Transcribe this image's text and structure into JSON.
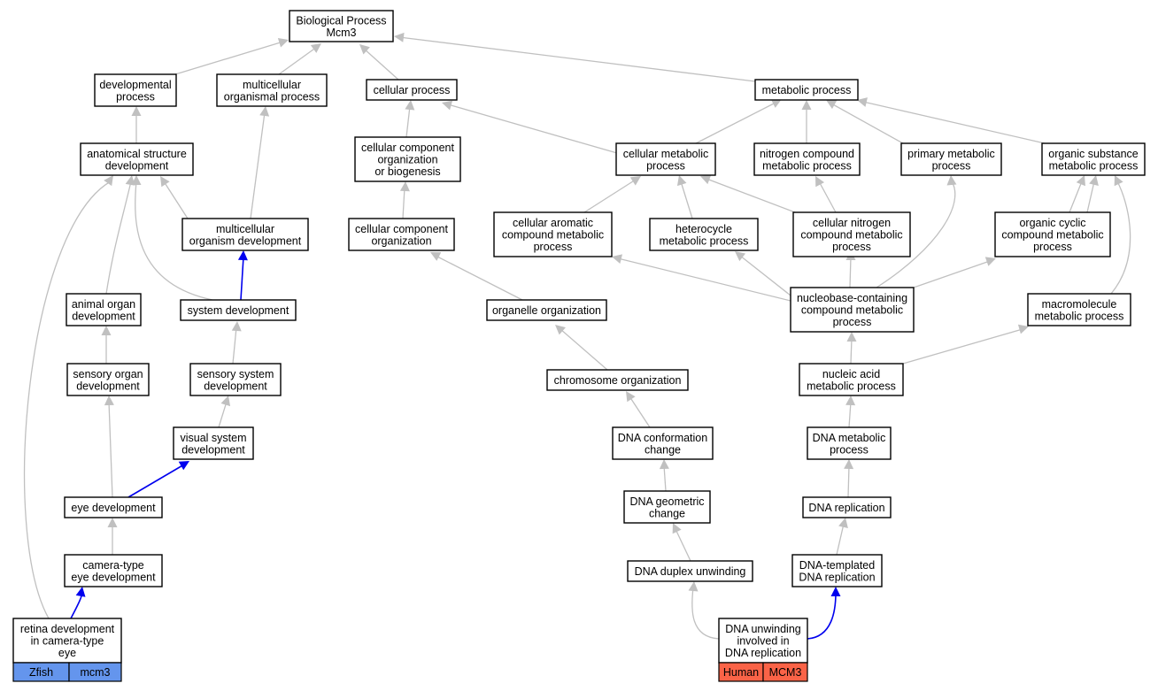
{
  "colors": {
    "edge": "#c0c0c0",
    "highlight_edge": "#0000ee",
    "zfish_tag": "#6495ed",
    "human_tag": "#fa6347"
  },
  "nodes": {
    "root": [
      "Biological Process",
      "Mcm3"
    ],
    "dev_proc": [
      "developmental",
      "process"
    ],
    "multi_org_proc": [
      "multicellular",
      "organismal process"
    ],
    "cell_proc": [
      "cellular process"
    ],
    "metab_proc": [
      "metabolic process"
    ],
    "anat_struct_dev": [
      "anatomical structure",
      "development"
    ],
    "ccob": [
      "cellular component",
      "organization",
      "or biogenesis"
    ],
    "cell_metab": [
      "cellular metabolic",
      "process"
    ],
    "nitro_comp": [
      "nitrogen compound",
      "metabolic process"
    ],
    "prim_metab": [
      "primary metabolic",
      "process"
    ],
    "org_subst": [
      "organic substance",
      "metabolic process"
    ],
    "multi_org_dev": [
      "multicellular",
      "organism development"
    ],
    "cc_org": [
      "cellular component",
      "organization"
    ],
    "cell_arom": [
      "cellular aromatic",
      "compound metabolic",
      "process"
    ],
    "heterocycle": [
      "heterocycle",
      "metabolic process"
    ],
    "cell_nitro": [
      "cellular nitrogen",
      "compound metabolic",
      "process"
    ],
    "org_cyclic": [
      "organic cyclic",
      "compound metabolic",
      "process"
    ],
    "animal_organ": [
      "animal organ",
      "development"
    ],
    "system_dev": [
      "system development"
    ],
    "organelle_org": [
      "organelle organization"
    ],
    "nucleobase": [
      "nucleobase-containing",
      "compound metabolic",
      "process"
    ],
    "macromol": [
      "macromolecule",
      "metabolic process"
    ],
    "sens_organ": [
      "sensory organ",
      "development"
    ],
    "sens_sys": [
      "sensory system",
      "development"
    ],
    "chrom_org": [
      "chromosome organization"
    ],
    "nucl_acid": [
      "nucleic acid",
      "metabolic process"
    ],
    "visual_sys": [
      "visual system",
      "development"
    ],
    "dna_conf": [
      "DNA conformation",
      "change"
    ],
    "dna_metab": [
      "DNA metabolic",
      "process"
    ],
    "dna_geom": [
      "DNA geometric",
      "change"
    ],
    "eye_dev": [
      "eye development"
    ],
    "dna_repl": [
      "DNA replication"
    ],
    "camera_eye": [
      "camera-type",
      "eye development"
    ],
    "dna_duplex": [
      "DNA duplex unwinding"
    ],
    "dna_templ": [
      "DNA-templated",
      "DNA replication"
    ],
    "retina": [
      "retina development",
      "in camera-type",
      "eye"
    ],
    "dna_unwind": [
      "DNA unwinding",
      "involved in",
      "DNA replication"
    ]
  },
  "tags": {
    "retina": [
      "Zfish",
      "mcm3"
    ],
    "dna_unwind": [
      "Human",
      "MCM3"
    ]
  }
}
